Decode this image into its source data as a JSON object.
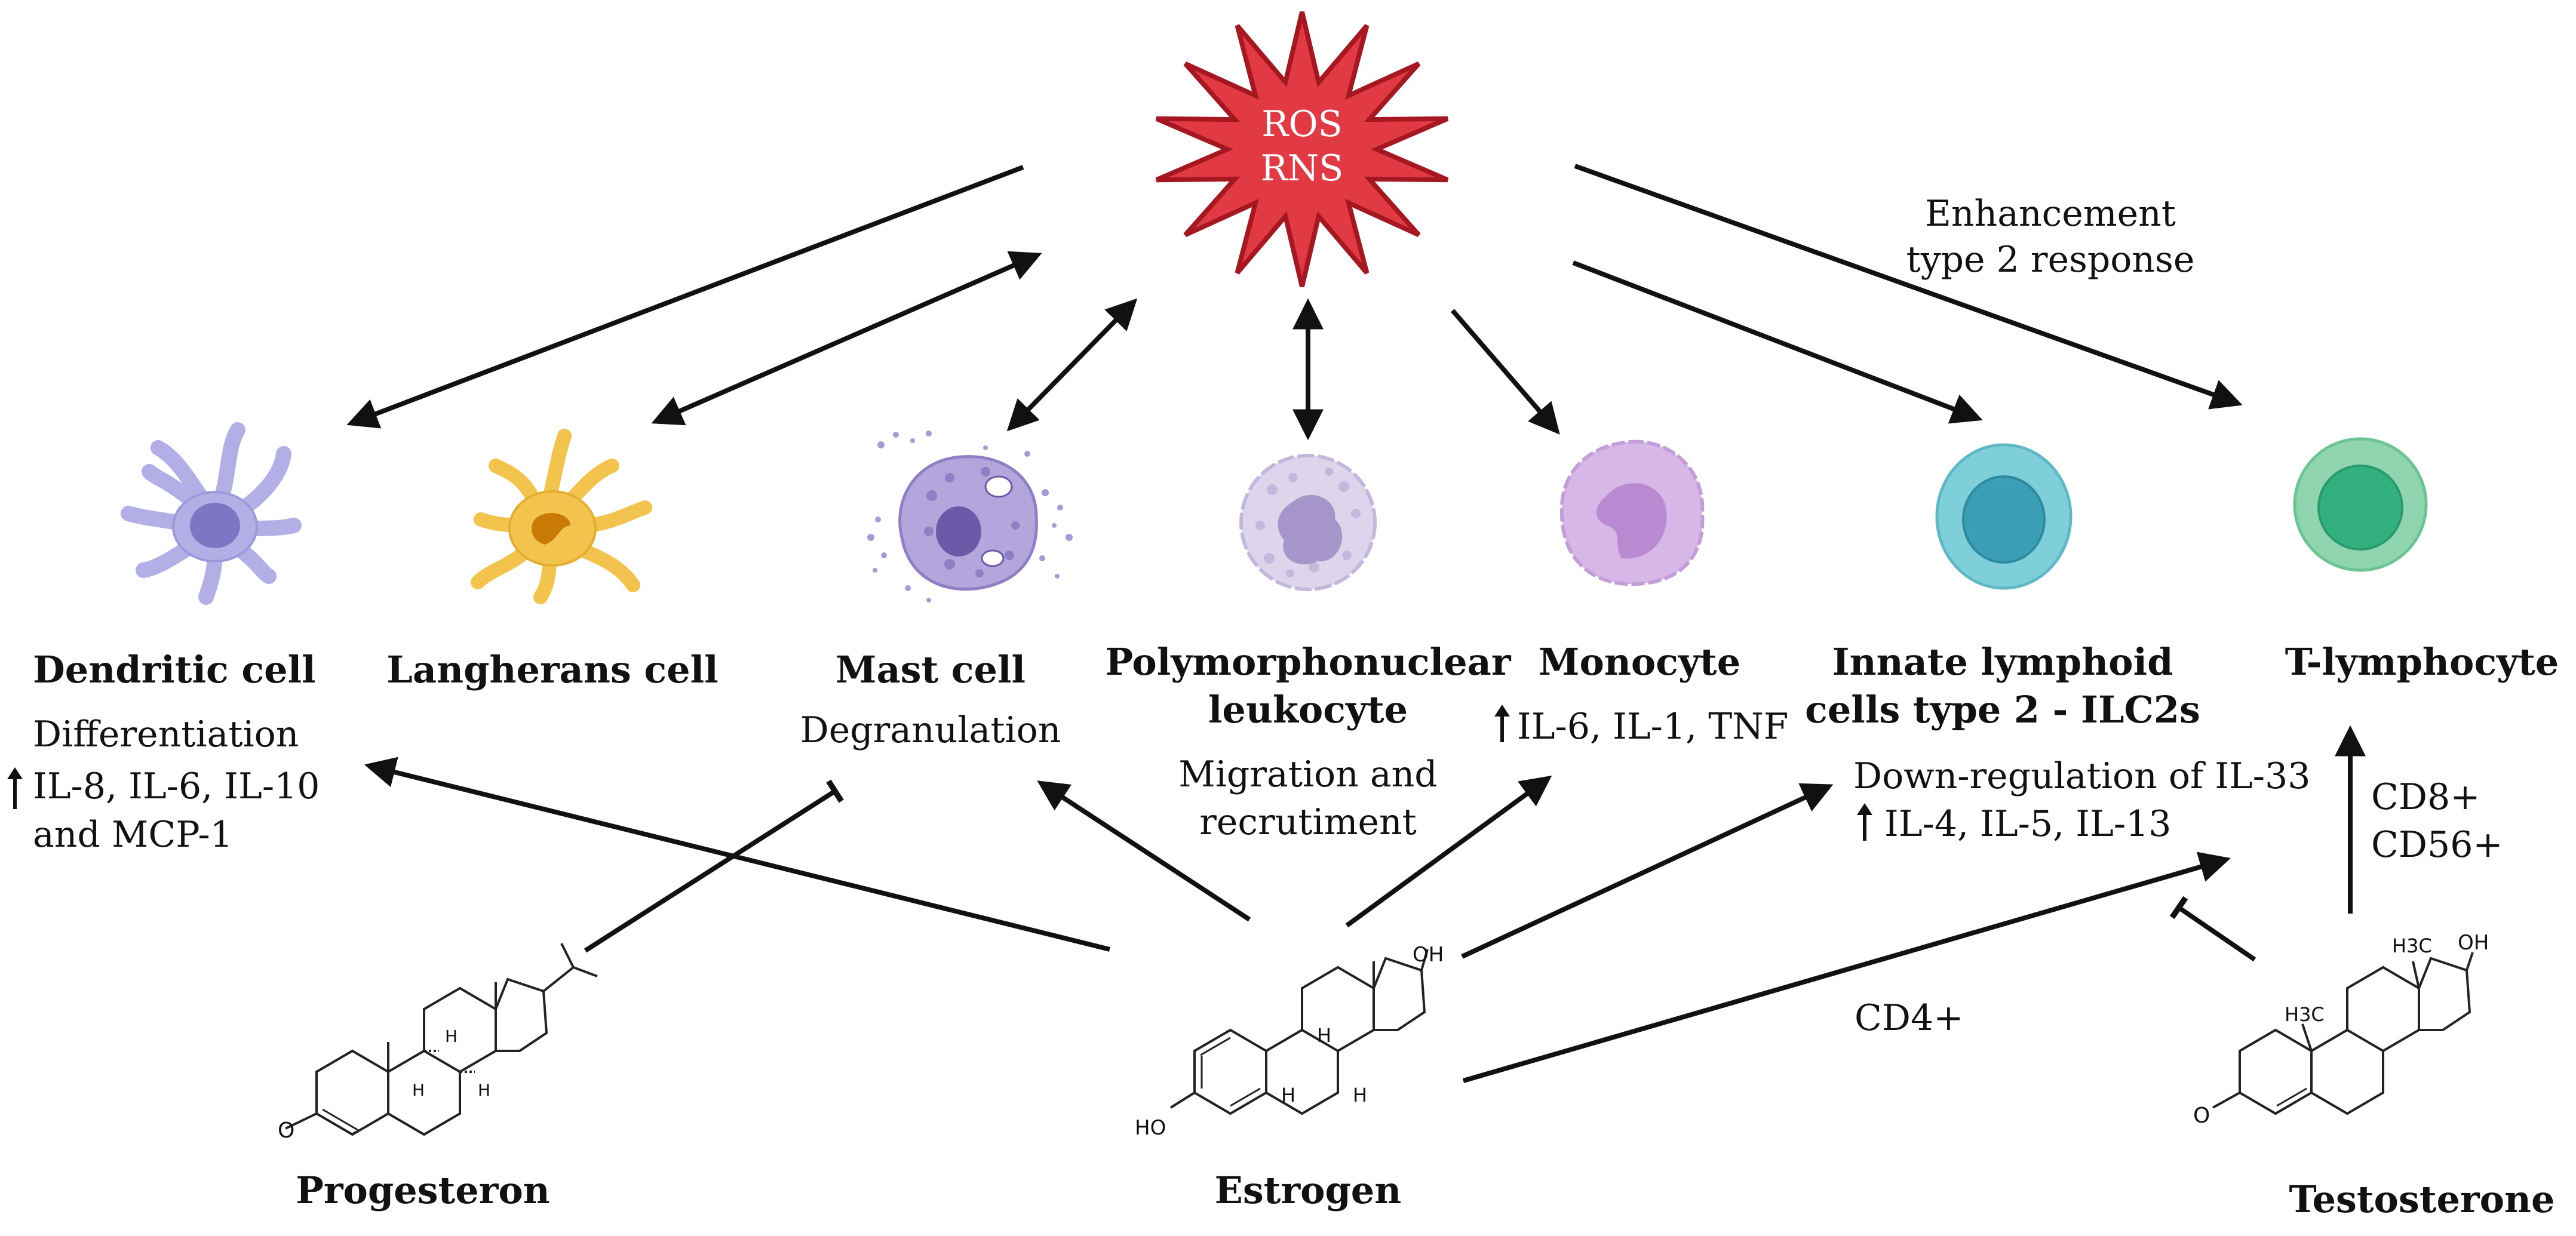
{
  "center": {
    "line1": "ROS",
    "line2": "RNS"
  },
  "annotation": {
    "line1": "Enhancement",
    "line2": "type 2 response"
  },
  "cells": {
    "dendritic": {
      "name": "Dendritic cell",
      "effect1": "Differentiation",
      "effect2": "IL-8, IL-6, IL-10",
      "effect3": "and MCP-1"
    },
    "langerhans": {
      "name": "Langherans cell"
    },
    "mast": {
      "name": "Mast cell",
      "effect1": "Degranulation"
    },
    "pmn": {
      "name1": "Polymorphonuclear",
      "name2": "leukocyte",
      "effect1": "Migration and",
      "effect2": "recrutiment"
    },
    "monocyte": {
      "name": "Monocyte",
      "effect1": "IL-6, IL-1, TNF"
    },
    "ilc2": {
      "name1": "Innate lymphoid",
      "name2": "cells type 2 - ILC2s",
      "effect1": "Down-regulation of IL-33",
      "effect2": "IL-4, IL-5, IL-13"
    },
    "tcell": {
      "name": "T-lymphocyte",
      "marker1": "CD8+",
      "marker2": "CD56+"
    }
  },
  "cd4_label": "CD4+",
  "hormones": {
    "progesterone": {
      "name": "Progesteron",
      "atoms": [
        "O",
        "H",
        "H",
        "H"
      ]
    },
    "estrogen": {
      "name": "Estrogen",
      "atoms": [
        "OH",
        "HO",
        "H",
        "H",
        "H"
      ]
    },
    "testosterone": {
      "name": "Testosterone",
      "atoms": [
        "H3C",
        "OH",
        "H3C",
        "O"
      ]
    }
  },
  "colors": {
    "star_fill": "#e23a45",
    "star_stroke": "#a51822",
    "dendritic": "#b2aee6",
    "langerhans": "#f2c44e",
    "mast": "#a99ad4",
    "pmn": "#d9d2ea",
    "monocyte": "#d7b6e8",
    "ilc2": "#7fcfda",
    "tcell": "#8fd6b0"
  }
}
